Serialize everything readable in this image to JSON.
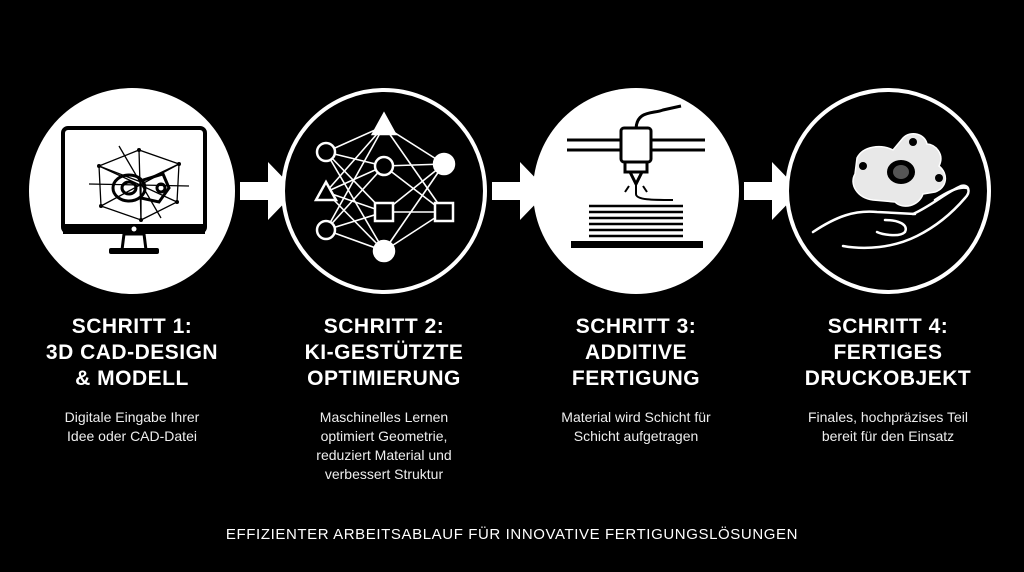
{
  "steps": [
    {
      "title_lines": [
        "SCHRITT 1:",
        "3D CAD-DESIGN",
        "& MODELL"
      ],
      "desc_lines": [
        "Digitale Eingabe Ihrer",
        "Idee oder CAD-Datei"
      ],
      "icon": "cad-monitor-icon"
    },
    {
      "title_lines": [
        "SCHRITT 2:",
        "KI-GESTÜTZTE",
        "OPTIMIERUNG"
      ],
      "desc_lines": [
        "Maschinelles Lernen",
        "optimiert Geometrie,",
        "reduziert Material und",
        "verbessert Struktur"
      ],
      "icon": "neural-network-icon"
    },
    {
      "title_lines": [
        "SCHRITT 3:",
        "ADDITIVE",
        "FERTIGUNG"
      ],
      "desc_lines": [
        "Material wird Schicht für",
        "Schicht aufgetragen"
      ],
      "icon": "3d-printer-nozzle-icon"
    },
    {
      "title_lines": [
        "SCHRITT 4:",
        "FERTIGES",
        "DRUCKOBJEKT"
      ],
      "desc_lines": [
        "Finales, hochpräzises Teil",
        "bereit für den Einsatz"
      ],
      "icon": "hand-holding-part-icon"
    }
  ],
  "footer": "EFFIZIENTER ARBEITSABLAUF FÜR INNOVATIVE FERTIGUNGSLÖSUNGEN",
  "colors": {
    "background": "#000000",
    "foreground": "#ffffff"
  }
}
